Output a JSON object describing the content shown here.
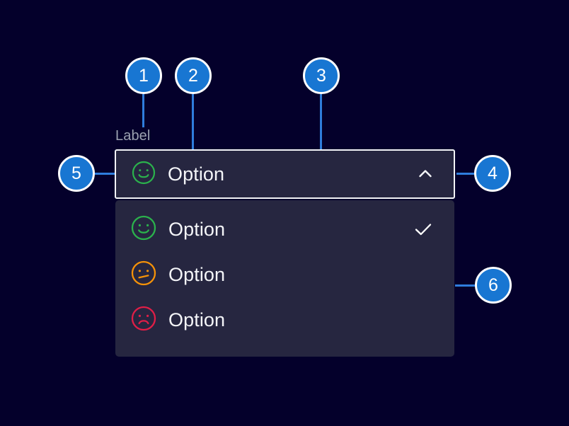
{
  "page": {
    "background_color": "#04002B",
    "surface_color": "#262640",
    "accent_color": "#1876D2",
    "leader_color": "#2F7DDC",
    "text_color": "#F4F5F8",
    "label_color": "#9BA1B0",
    "border_color": "#F2F3F6"
  },
  "field": {
    "label": "Label",
    "selected_value": "Option",
    "selected_icon": "face-happy-icon",
    "expanded": true,
    "chevron_icon": "chevron-up-icon"
  },
  "dropdown": {
    "options": [
      {
        "label": "Option",
        "icon": "face-happy-icon",
        "icon_color": "#2BB24C",
        "selected": true
      },
      {
        "label": "Option",
        "icon": "face-neutral-icon",
        "icon_color": "#F59208",
        "selected": false
      },
      {
        "label": "Option",
        "icon": "face-sad-icon",
        "icon_color": "#E01E47",
        "selected": false
      }
    ],
    "check_icon": "check-icon"
  },
  "callouts": [
    {
      "number": "1",
      "target": "label"
    },
    {
      "number": "2",
      "target": "selected-icon"
    },
    {
      "number": "3",
      "target": "select-field"
    },
    {
      "number": "4",
      "target": "chevron-toggle"
    },
    {
      "number": "5",
      "target": "select-container"
    },
    {
      "number": "6",
      "target": "dropdown-panel"
    }
  ]
}
